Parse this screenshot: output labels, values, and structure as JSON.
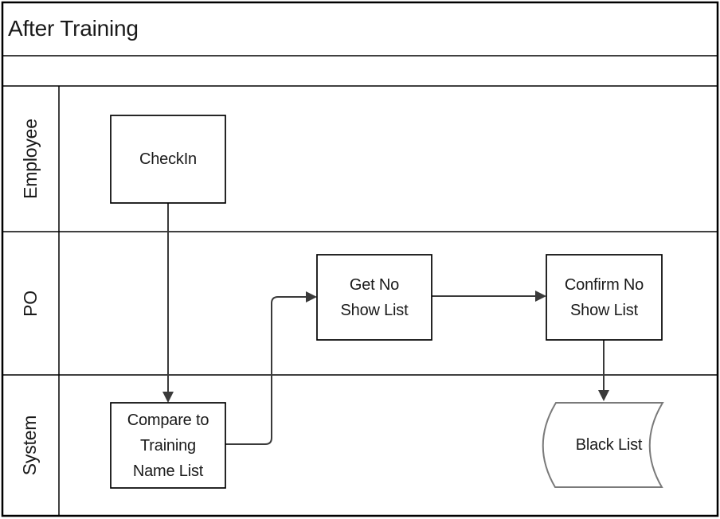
{
  "colors": {
    "background": "#ffffff",
    "grid_line": "#000000",
    "process_stroke": "#000000",
    "stored_data_stroke": "#7a7a7a",
    "connector": "#3a3a3a",
    "text": "#1a1a1a"
  },
  "diagram": {
    "title": "After Training",
    "lanes": [
      {
        "label": "Employee"
      },
      {
        "label": "PO"
      },
      {
        "label": "System"
      }
    ],
    "nodes": [
      {
        "id": "checkin",
        "type": "process",
        "lane": "Employee",
        "label": "CheckIn"
      },
      {
        "id": "get-no-show-list",
        "type": "process",
        "lane": "PO",
        "label": "Get No\nShow List"
      },
      {
        "id": "confirm-no-show-list",
        "type": "process",
        "lane": "PO",
        "label": "Confirm No\nShow List"
      },
      {
        "id": "compare-to-training-name-list",
        "type": "process",
        "lane": "System",
        "label": "Compare to\nTraining\nName List"
      },
      {
        "id": "black-list",
        "type": "stored-data",
        "lane": "System",
        "label": "Black List"
      }
    ],
    "edges": [
      {
        "from": "checkin",
        "to": "compare-to-training-name-list"
      },
      {
        "from": "compare-to-training-name-list",
        "to": "get-no-show-list"
      },
      {
        "from": "get-no-show-list",
        "to": "confirm-no-show-list"
      },
      {
        "from": "confirm-no-show-list",
        "to": "black-list"
      }
    ]
  }
}
